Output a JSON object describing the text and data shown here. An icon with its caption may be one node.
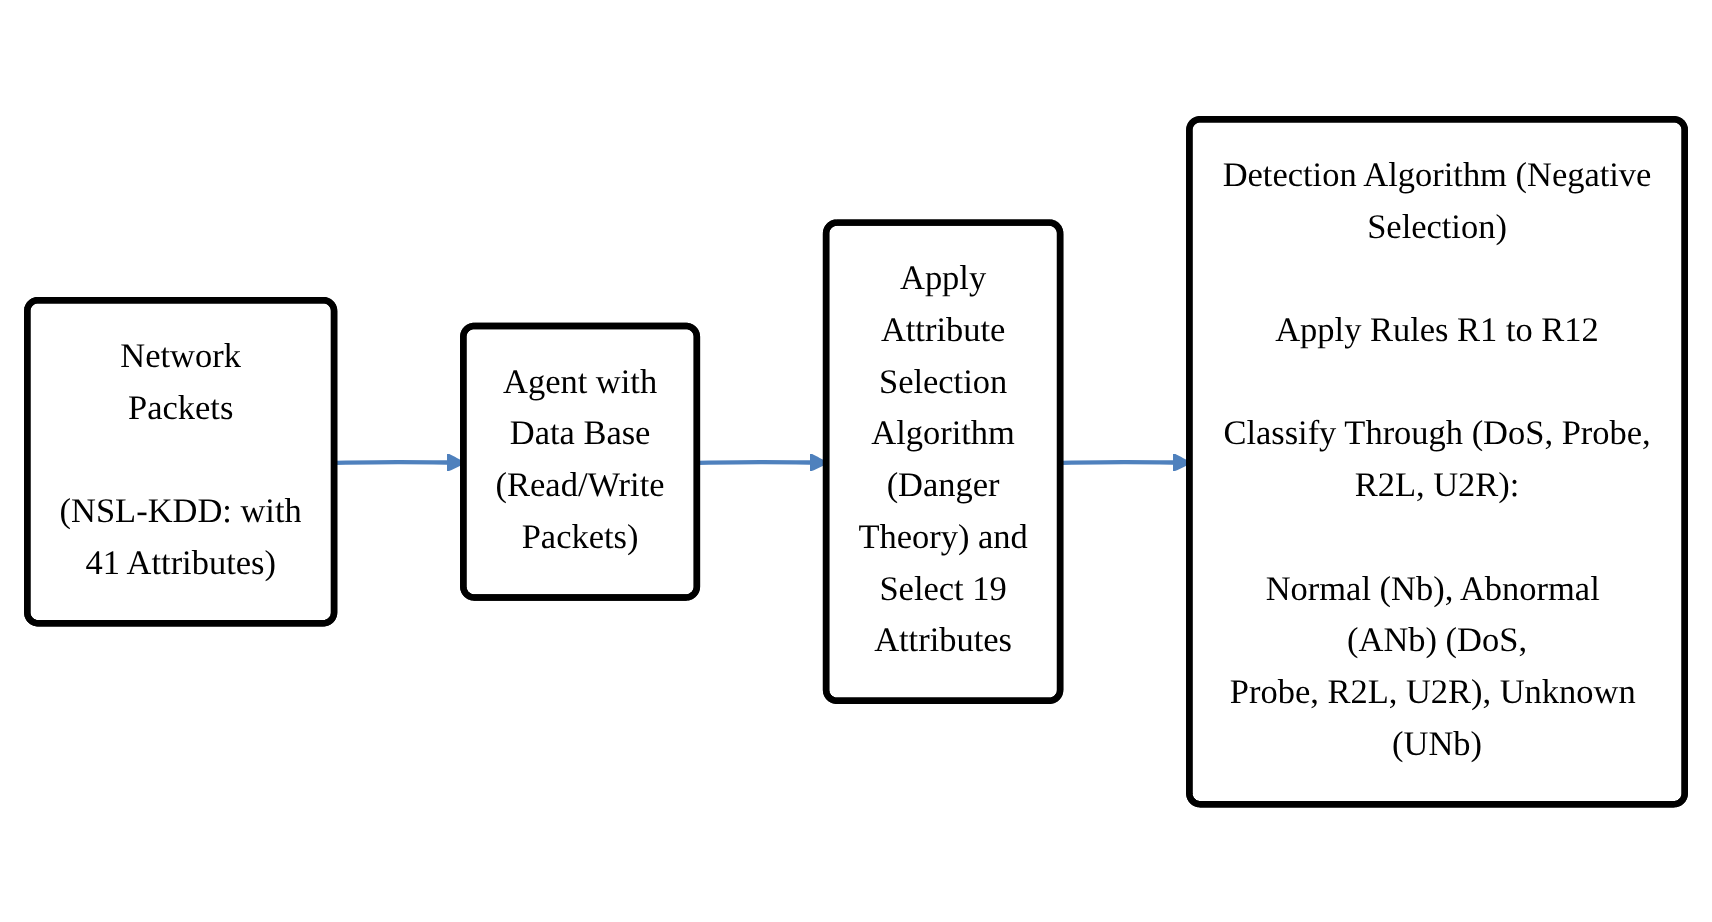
{
  "diagram": {
    "nodes": [
      {
        "text": [
          "Network Packets",
          "(NSL-KDD: with 41 Attributes)"
        ]
      },
      {
        "text": [
          "Agent with Data Base (Read/Write Packets)"
        ]
      },
      {
        "text": [
          "Apply Attribute Selection Algorithm (Danger Theory) and Select 19 Attributes"
        ]
      },
      {
        "text": [
          "Detection Algorithm (Negative Selection)",
          "Apply Rules R1 to R12",
          "Classify Through (DoS, Probe, R2L, U2R):",
          "Normal (Nb), Abnormal (ANb) (DoS, Probe, R2L, U2R), Unknown (UNb)"
        ]
      }
    ],
    "edges": [
      {
        "from": 0,
        "to": 1,
        "arrow": "to"
      },
      {
        "from": 1,
        "to": 2,
        "arrow": "to"
      },
      {
        "from": 2,
        "to": 3,
        "arrow": "to"
      }
    ]
  }
}
